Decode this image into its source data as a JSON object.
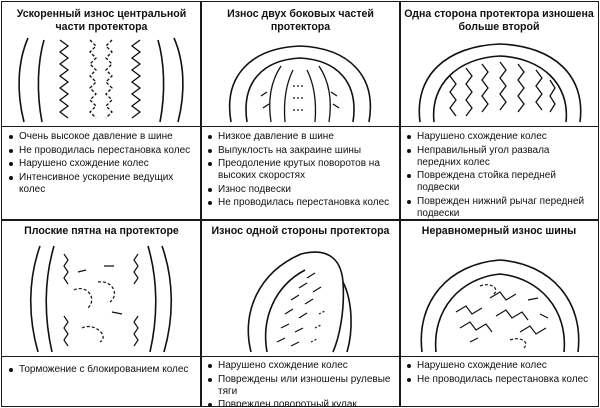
{
  "cells": [
    {
      "title": "Ускоренный износ центральной части протектора",
      "causes": [
        "Очень высокое давление в шине",
        "Не проводилась перестановка колес",
        "Нарушено схождение колес",
        "Интенсивное ускорение ведущих колес"
      ]
    },
    {
      "title": "Износ двух боковых частей протектора",
      "causes": [
        "Низкое давление в шине",
        "Выпуклость на закраине шины",
        "Преодоление крутых поворотов на высоких скоростях",
        "Износ подвески",
        "Не проводилась перестановка колес"
      ]
    },
    {
      "title": "Одна сторона протектора изношена больше второй",
      "causes": [
        "Нарушено схождение колес",
        "Неправильный угол развала передних колес",
        "Повреждена стойка передней подвески",
        "Поврежден нижний рычаг передней подвески"
      ]
    },
    {
      "title": "Плоские пятна на протекторе",
      "causes": [
        "Торможение с блокированием колес"
      ]
    },
    {
      "title": "Износ одной стороны протектора",
      "causes": [
        "Нарушено схождение колес",
        "Повреждены или изношены рулевые тяги",
        "Поврежден поворотный кулак"
      ]
    },
    {
      "title": "Неравномерный износ шины",
      "causes": [
        "Нарушено схождение колес",
        "Не проводилась перестановка колес"
      ]
    }
  ],
  "illustration_icons": [
    "center-wear-tread-icon",
    "edge-wear-tread-icon",
    "one-side-more-worn-tread-icon",
    "flat-spots-tread-icon",
    "one-side-wear-tread-icon",
    "uneven-wear-tread-icon"
  ]
}
